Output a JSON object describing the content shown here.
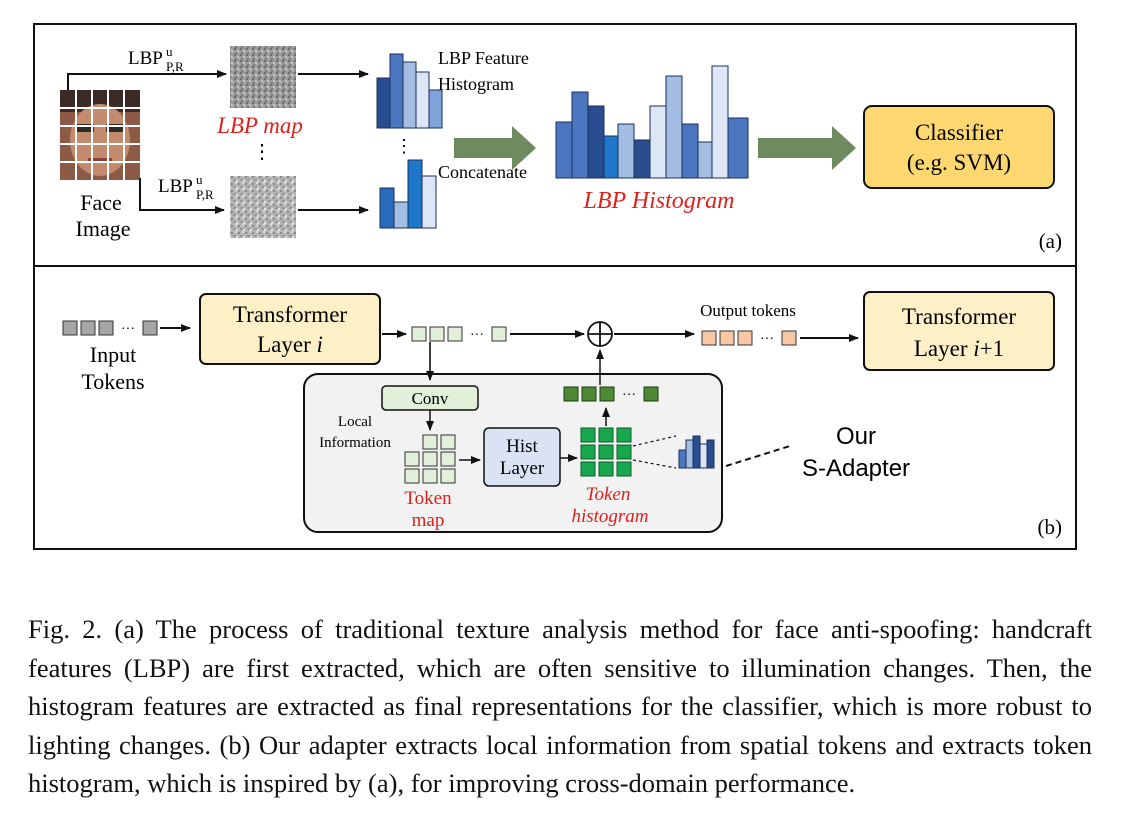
{
  "panel_a": {
    "face_label_line1": "Face",
    "face_label_line2": "Image",
    "lbp_operator_base": "LBP",
    "lbp_operator_sup": "u",
    "lbp_operator_sub": "P,R",
    "lbp_map_label": "LBP map",
    "vertical_dots": "⋮",
    "feature_hist_line1": "LBP Feature",
    "feature_hist_line2": "Histogram",
    "concatenate_label": "Concatenate",
    "lbp_histogram_label": "LBP Histogram",
    "classifier_line1": "Classifier",
    "classifier_line2": "(e.g. SVM)",
    "panel_tag": "(a)"
  },
  "panel_b": {
    "input_tokens_line1": "Input",
    "input_tokens_line2": "Tokens",
    "transformer_i_line1": "Transformer",
    "transformer_i_line2_prefix": "Layer ",
    "transformer_i_line2_var": "i",
    "output_tokens_label": "Output tokens",
    "transformer_i1_line1": "Transformer",
    "transformer_i1_line2_prefix": "Layer ",
    "transformer_i1_line2_var": "i",
    "transformer_i1_line2_suffix": "+1",
    "conv_label": "Conv",
    "local_info_line1": "Local",
    "local_info_line2": "Information",
    "token_map_line1": "Token",
    "token_map_line2": "map",
    "hist_layer_line1": "Hist",
    "hist_layer_line2": "Layer",
    "token_histogram_line1": "Token",
    "token_histogram_line2": "histogram",
    "our_line1": "Our",
    "our_line2": "S-Adapter",
    "ellipsis": "···",
    "plus_symbol": "⊕",
    "panel_tag": "(b)"
  },
  "caption": {
    "text": "Fig. 2.  (a) The process of traditional texture analysis method for face anti-spoofing: handcraft features (LBP) are first extracted, which are often sensitive to illumination changes. Then, the histogram features are extracted as final representations for the classifier, which is more robust to lighting changes. (b) Our adapter extracts local information from spatial tokens and extracts token histogram, which is inspired by (a), for improving cross-domain performance."
  },
  "colors": {
    "red_text": "#e0201b",
    "arrow_green": "#6f8a5e",
    "classifier_fill": "#fdd870",
    "transformer_fill": "#fdf0c6",
    "adapter_fill": "#f2f2f2",
    "conv_fill": "#e2efd9",
    "hist_layer_fill": "#dae3f3",
    "token_gray": "#a6a6a6",
    "token_light_green": "#e2efd9",
    "token_dark_green": "#4e8a34",
    "token_bright_green": "#17a84e",
    "token_orange": "#f8c7a5",
    "bar_dark_blue": "#2a4d8f",
    "bar_mid_blue": "#4a77c0",
    "bar_light_blue": "#a3bde3",
    "bar_pale_blue": "#dce6f5",
    "bar_bright_blue": "#1f77c9"
  }
}
